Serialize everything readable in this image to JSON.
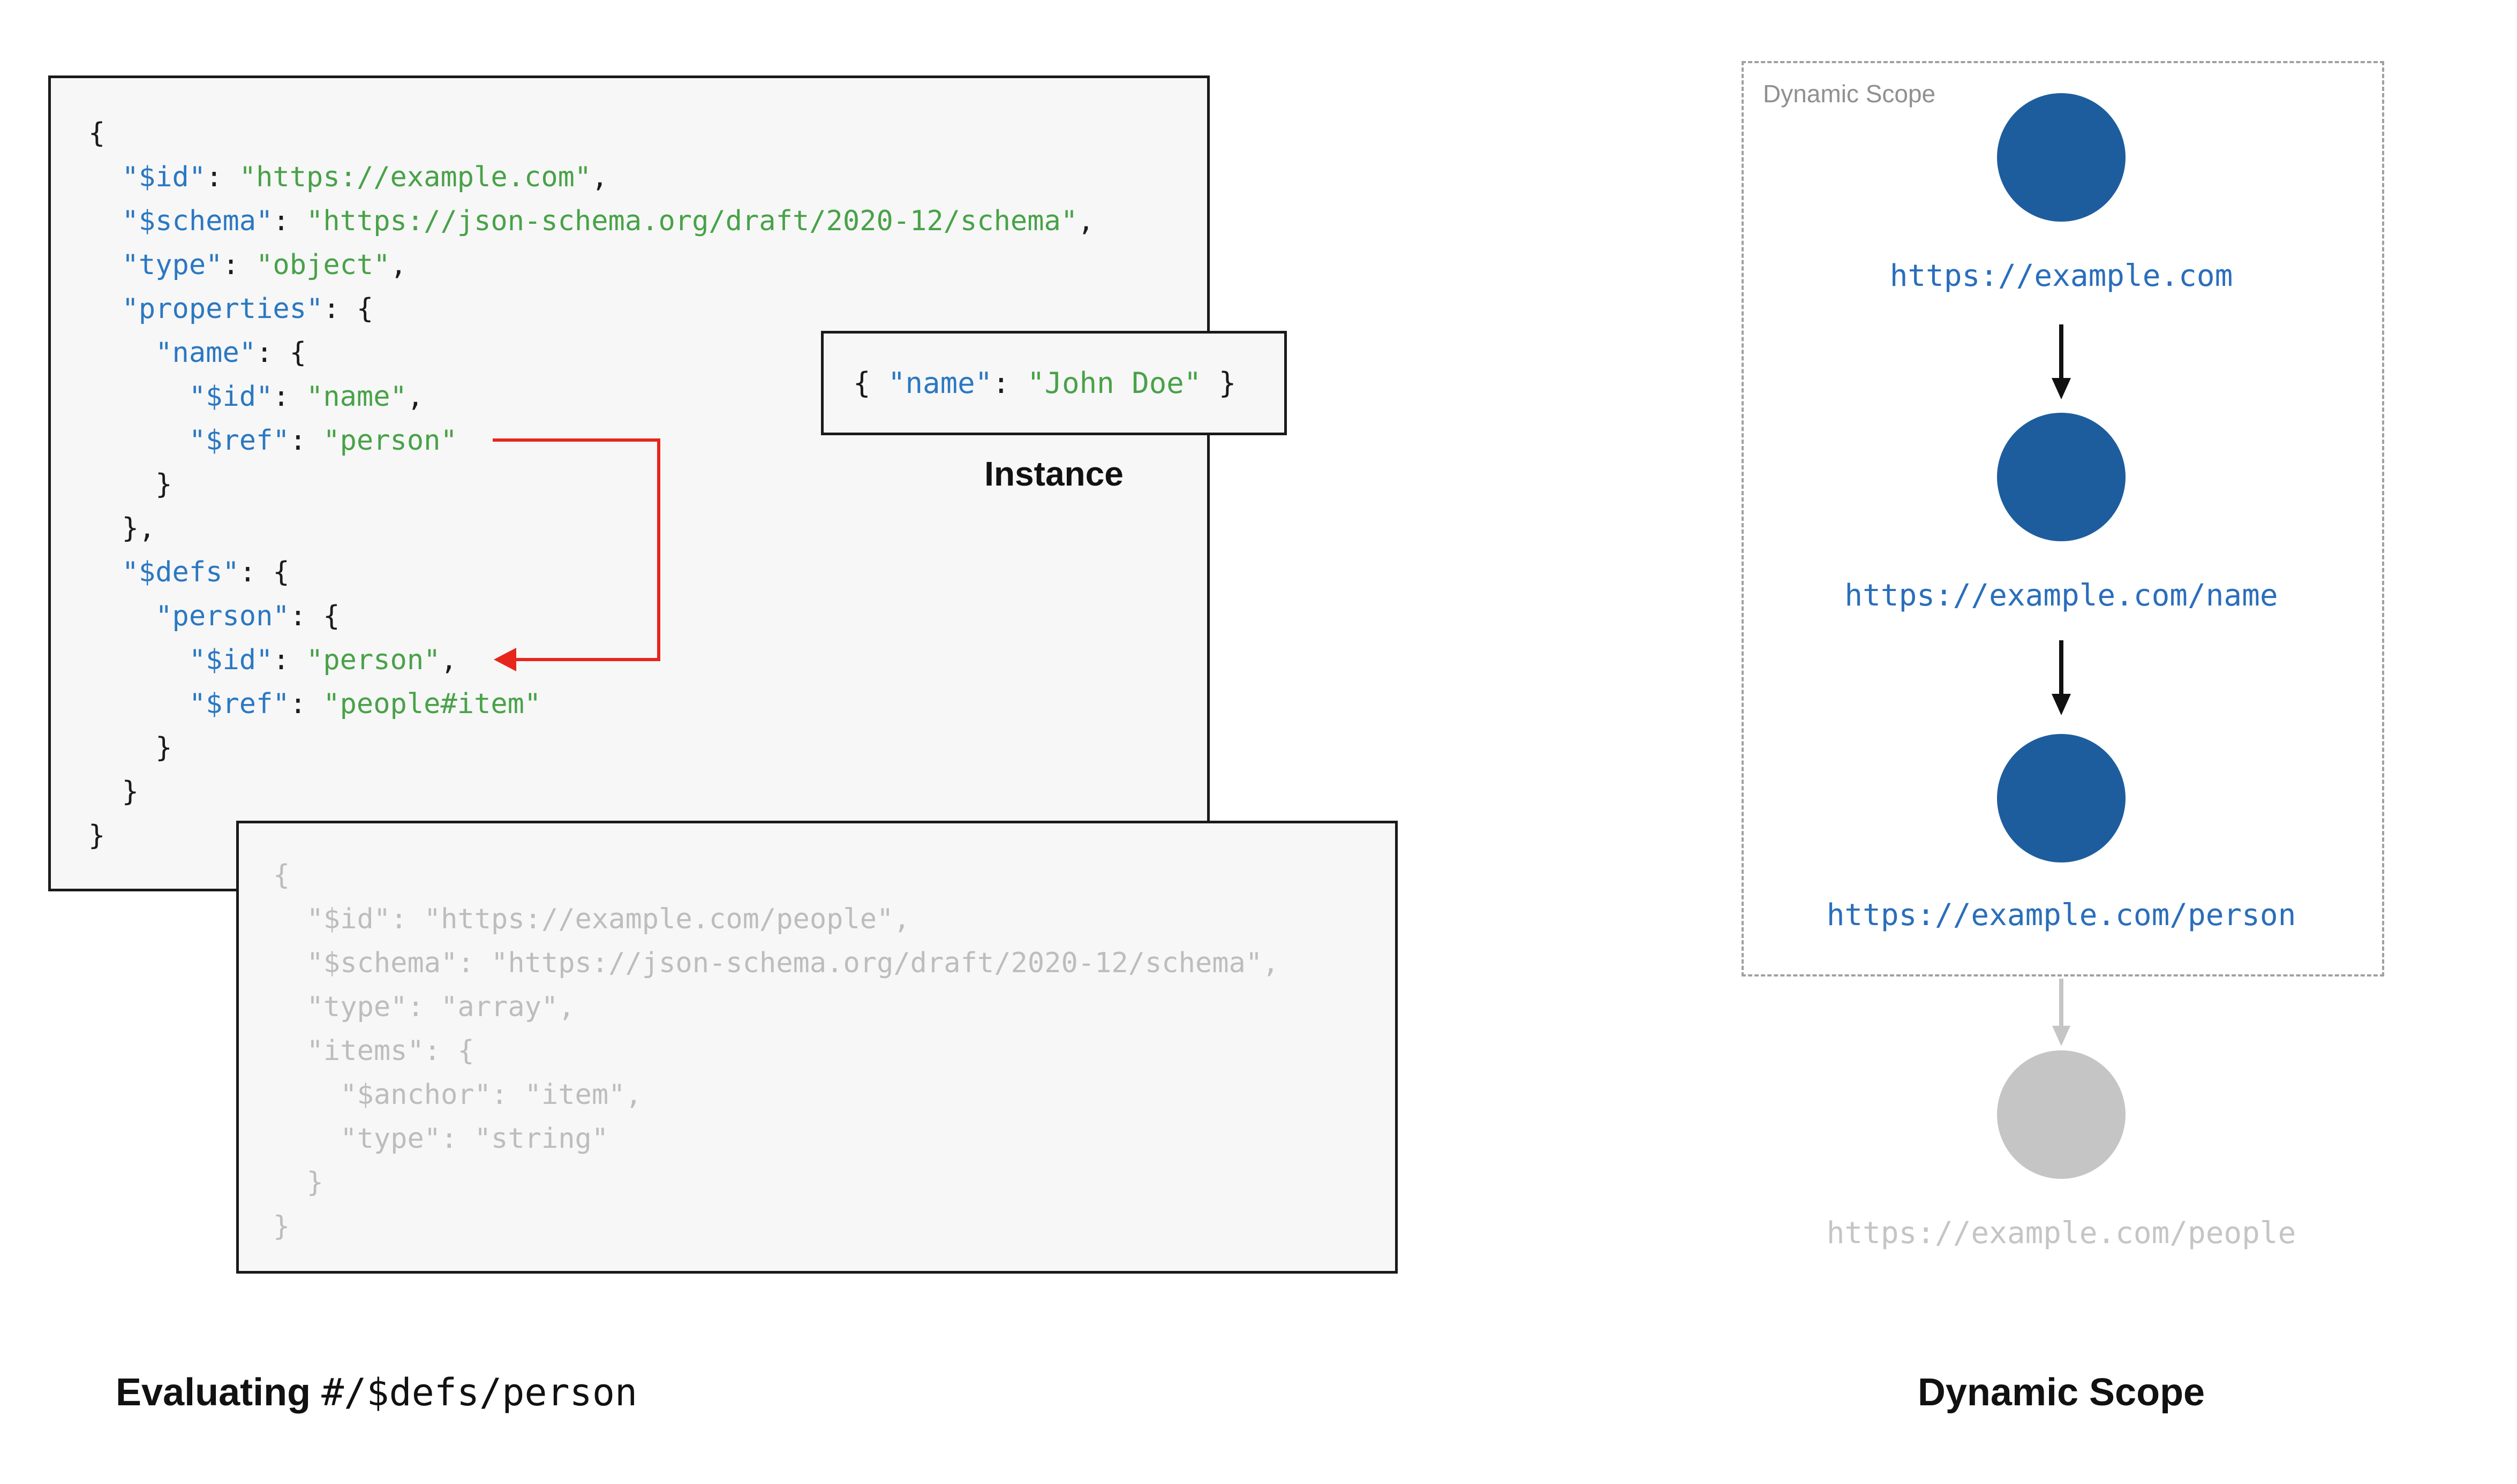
{
  "colors": {
    "key": "#2b78c2",
    "string": "#48a248",
    "plain": "#1b1b1b",
    "muted_code": "#bdbdbd",
    "node_blue": "#1d5d9e",
    "url_blue": "#2a6ebb",
    "inactive_gray": "#c5c5c5",
    "red_arrow": "#e8251c"
  },
  "main_schema": {
    "lines": [
      [
        {
          "t": "p",
          "v": "{"
        }
      ],
      [
        {
          "t": "p",
          "v": "  "
        },
        {
          "t": "k",
          "v": "\"$id\""
        },
        {
          "t": "p",
          "v": ": "
        },
        {
          "t": "s",
          "v": "\"https://example.com\""
        },
        {
          "t": "p",
          "v": ","
        }
      ],
      [
        {
          "t": "p",
          "v": "  "
        },
        {
          "t": "k",
          "v": "\"$schema\""
        },
        {
          "t": "p",
          "v": ": "
        },
        {
          "t": "s",
          "v": "\"https://json-schema.org/draft/2020-12/schema\""
        },
        {
          "t": "p",
          "v": ","
        }
      ],
      [
        {
          "t": "p",
          "v": "  "
        },
        {
          "t": "k",
          "v": "\"type\""
        },
        {
          "t": "p",
          "v": ": "
        },
        {
          "t": "s",
          "v": "\"object\""
        },
        {
          "t": "p",
          "v": ","
        }
      ],
      [
        {
          "t": "p",
          "v": "  "
        },
        {
          "t": "k",
          "v": "\"properties\""
        },
        {
          "t": "p",
          "v": ": {"
        }
      ],
      [
        {
          "t": "p",
          "v": "    "
        },
        {
          "t": "k",
          "v": "\"name\""
        },
        {
          "t": "p",
          "v": ": {"
        }
      ],
      [
        {
          "t": "p",
          "v": "      "
        },
        {
          "t": "k",
          "v": "\"$id\""
        },
        {
          "t": "p",
          "v": ": "
        },
        {
          "t": "s",
          "v": "\"name\""
        },
        {
          "t": "p",
          "v": ","
        }
      ],
      [
        {
          "t": "p",
          "v": "      "
        },
        {
          "t": "k",
          "v": "\"$ref\""
        },
        {
          "t": "p",
          "v": ": "
        },
        {
          "t": "s",
          "v": "\"person\""
        }
      ],
      [
        {
          "t": "p",
          "v": "    }"
        }
      ],
      [
        {
          "t": "p",
          "v": "  },"
        }
      ],
      [
        {
          "t": "p",
          "v": "  "
        },
        {
          "t": "k",
          "v": "\"$defs\""
        },
        {
          "t": "p",
          "v": ": {"
        }
      ],
      [
        {
          "t": "p",
          "v": "    "
        },
        {
          "t": "k",
          "v": "\"person\""
        },
        {
          "t": "p",
          "v": ": {"
        }
      ],
      [
        {
          "t": "p",
          "v": "      "
        },
        {
          "t": "k",
          "v": "\"$id\""
        },
        {
          "t": "p",
          "v": ": "
        },
        {
          "t": "s",
          "v": "\"person\""
        },
        {
          "t": "p",
          "v": ","
        }
      ],
      [
        {
          "t": "p",
          "v": "      "
        },
        {
          "t": "k",
          "v": "\"$ref\""
        },
        {
          "t": "p",
          "v": ": "
        },
        {
          "t": "s",
          "v": "\"people#item\""
        }
      ],
      [
        {
          "t": "p",
          "v": "    }"
        }
      ],
      [
        {
          "t": "p",
          "v": "  }"
        }
      ],
      [
        {
          "t": "p",
          "v": "}"
        }
      ]
    ]
  },
  "people_schema": {
    "lines": [
      [
        {
          "t": "p",
          "v": "{"
        }
      ],
      [
        {
          "t": "p",
          "v": "  "
        },
        {
          "t": "k",
          "v": "\"$id\""
        },
        {
          "t": "p",
          "v": ": "
        },
        {
          "t": "s",
          "v": "\"https://example.com/people\""
        },
        {
          "t": "p",
          "v": ","
        }
      ],
      [
        {
          "t": "p",
          "v": "  "
        },
        {
          "t": "k",
          "v": "\"$schema\""
        },
        {
          "t": "p",
          "v": ": "
        },
        {
          "t": "s",
          "v": "\"https://json-schema.org/draft/2020-12/schema\""
        },
        {
          "t": "p",
          "v": ","
        }
      ],
      [
        {
          "t": "p",
          "v": "  "
        },
        {
          "t": "k",
          "v": "\"type\""
        },
        {
          "t": "p",
          "v": ": "
        },
        {
          "t": "s",
          "v": "\"array\""
        },
        {
          "t": "p",
          "v": ","
        }
      ],
      [
        {
          "t": "p",
          "v": "  "
        },
        {
          "t": "k",
          "v": "\"items\""
        },
        {
          "t": "p",
          "v": ": {"
        }
      ],
      [
        {
          "t": "p",
          "v": "    "
        },
        {
          "t": "k",
          "v": "\"$anchor\""
        },
        {
          "t": "p",
          "v": ": "
        },
        {
          "t": "s",
          "v": "\"item\""
        },
        {
          "t": "p",
          "v": ","
        }
      ],
      [
        {
          "t": "p",
          "v": "    "
        },
        {
          "t": "k",
          "v": "\"type\""
        },
        {
          "t": "p",
          "v": ": "
        },
        {
          "t": "s",
          "v": "\"string\""
        }
      ],
      [
        {
          "t": "p",
          "v": "  }"
        }
      ],
      [
        {
          "t": "p",
          "v": "}"
        }
      ]
    ]
  },
  "instance": {
    "label": "Instance",
    "lines": [
      [
        {
          "t": "p",
          "v": "{ "
        },
        {
          "t": "k",
          "v": "\"name\""
        },
        {
          "t": "p",
          "v": ": "
        },
        {
          "t": "s",
          "v": "\"John Doe\""
        },
        {
          "t": "p",
          "v": " }"
        }
      ]
    ]
  },
  "captions": {
    "evaluating_prefix": "Evaluating ",
    "evaluating_pointer": "#/$defs/person",
    "dynamic_scope": "Dynamic Scope"
  },
  "scope": {
    "box_label": "Dynamic Scope",
    "nodes": [
      {
        "url": "https://example.com",
        "state": "active"
      },
      {
        "url": "https://example.com/name",
        "state": "active"
      },
      {
        "url": "https://example.com/person",
        "state": "active"
      },
      {
        "url": "https://example.com/people",
        "state": "inactive"
      }
    ]
  }
}
